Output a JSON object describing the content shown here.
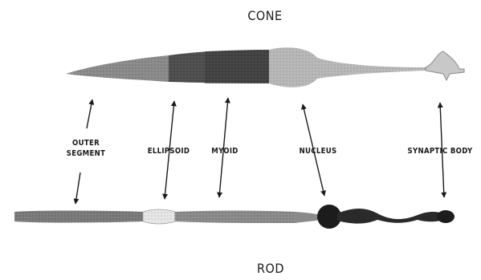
{
  "diagram": {
    "top_cell_label": "CONE",
    "bottom_cell_label": "ROD",
    "parts": [
      {
        "line1": "OUTER",
        "line2": "SEGMENT"
      },
      {
        "line1": "ELLIPSOID"
      },
      {
        "line1": "MYOID"
      },
      {
        "line1": "NUCLEUS"
      },
      {
        "line1": "SYNAPTIC BODY"
      }
    ]
  },
  "colors": {
    "ink": "#1a1a1a",
    "cone_outer": "#8a8a8a",
    "cone_ellipsoid": "#4e4e4e",
    "cone_body": "#b8b8b8",
    "rod_body": "#7a7a7a",
    "rod_ellipsoid": "#e6e6e6",
    "nucleus": "#1c1c1c"
  }
}
